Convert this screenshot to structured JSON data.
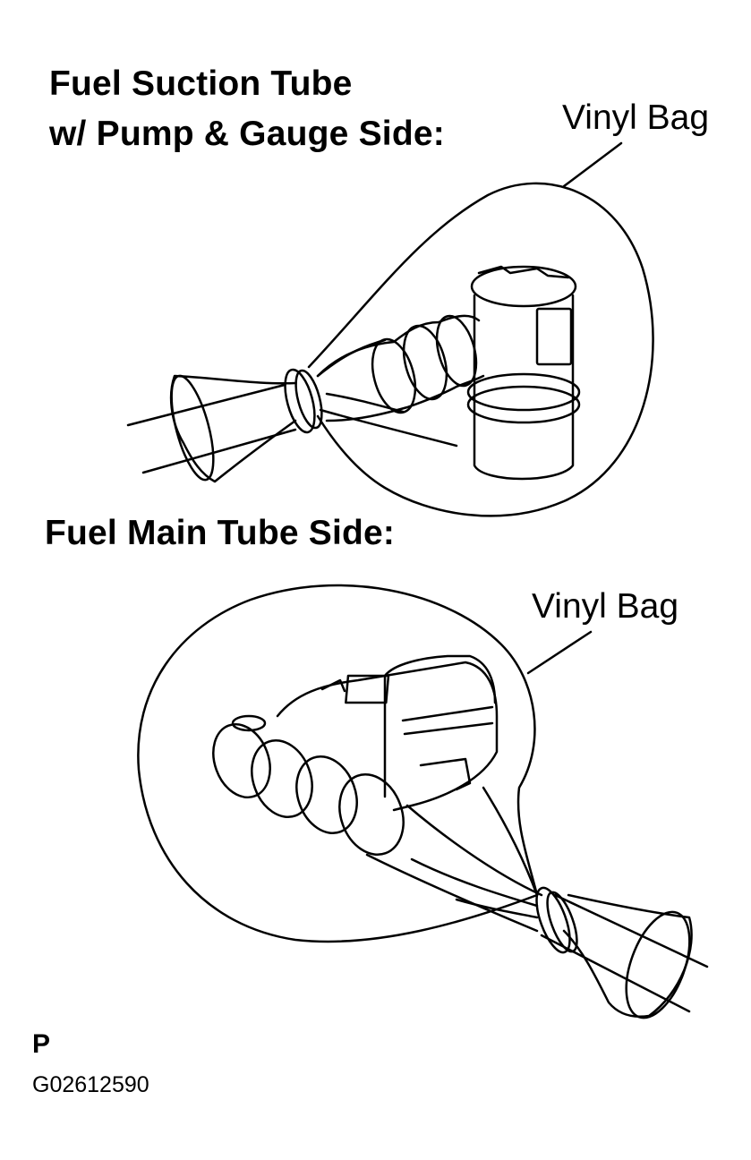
{
  "top_section": {
    "heading_line1": "Fuel Suction Tube",
    "heading_line2": "w/ Pump & Gauge Side:",
    "callout": "Vinyl Bag"
  },
  "bottom_section": {
    "heading": "Fuel Main Tube Side:",
    "callout": "Vinyl Bag"
  },
  "footer": {
    "marker": "P",
    "figure_id": "G02612590"
  }
}
